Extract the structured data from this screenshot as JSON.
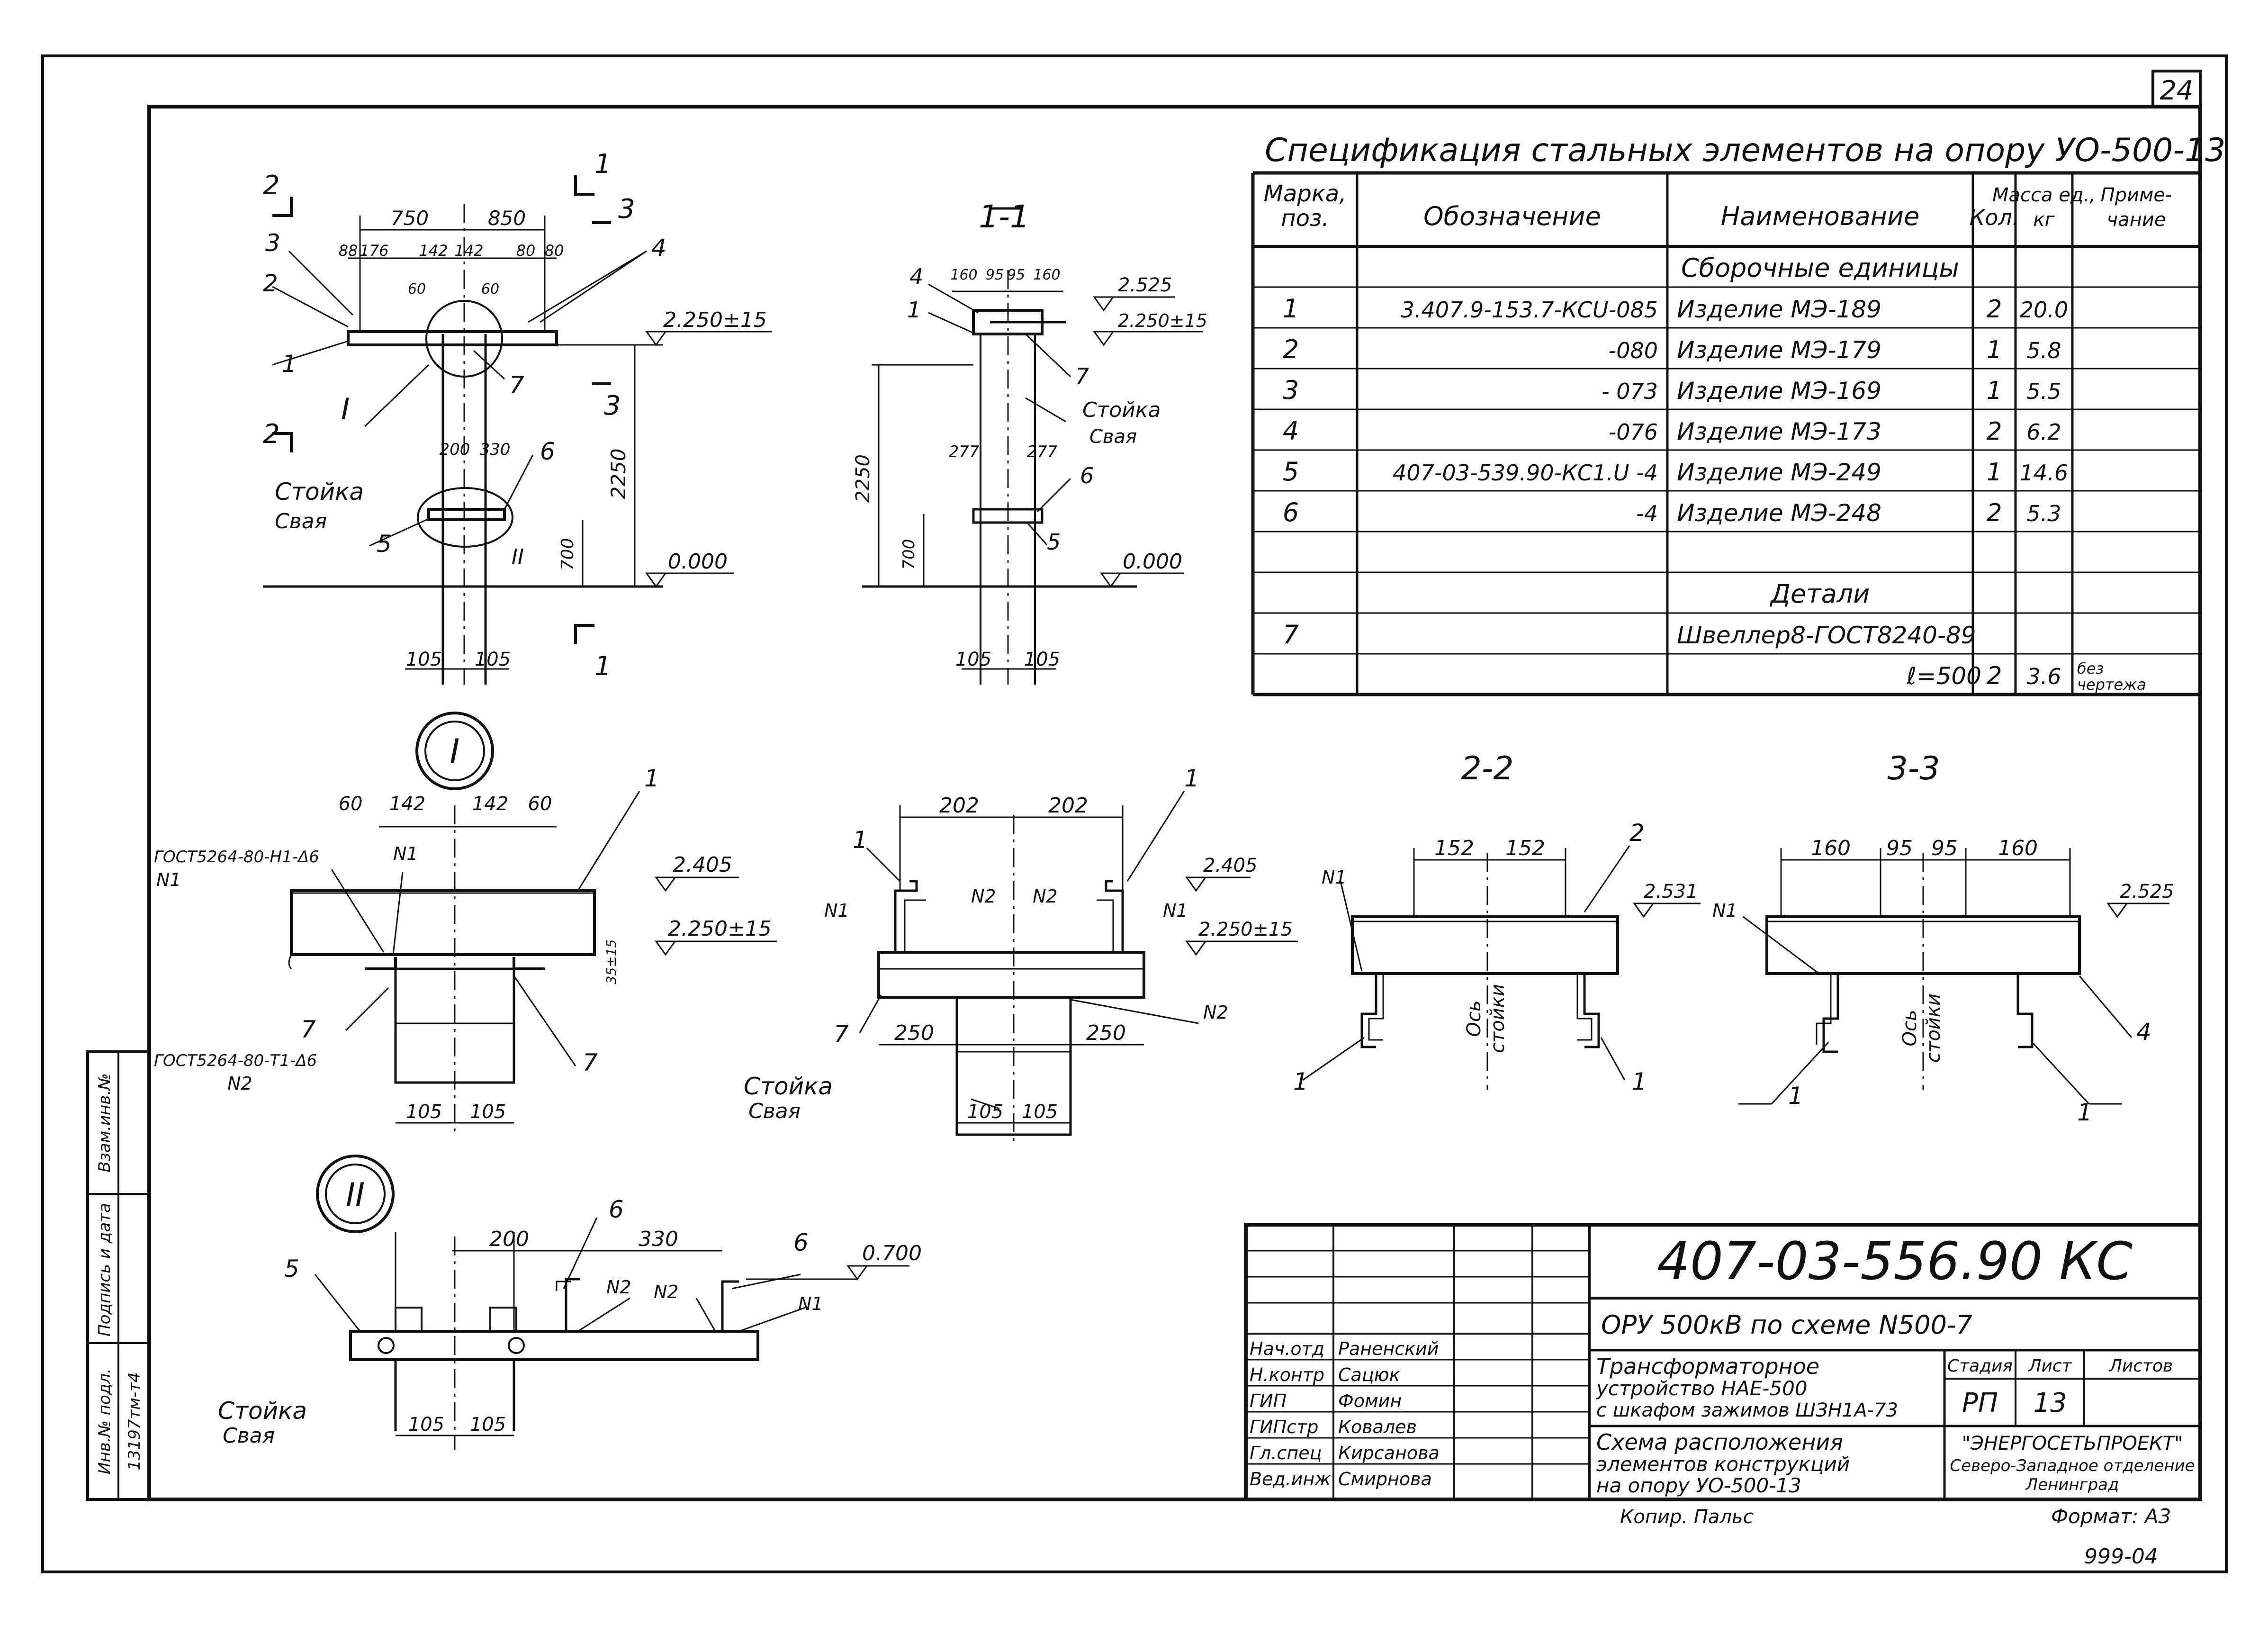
{
  "sheet_number": "24",
  "spec": {
    "title": "Спецификация стальных элементов на опору УО-500-13",
    "headers": [
      "Марка, поз.",
      "Обозначение",
      "Наименование",
      "Кол.",
      "Масса ед., кг",
      "Приме- чание"
    ],
    "rows": [
      {
        "mark": "",
        "designation": "",
        "name": "Сборочные единицы",
        "qty": "",
        "mass": "",
        "note": ""
      },
      {
        "mark": "1",
        "designation": "3.407.9-153.7-КСU-085",
        "name": "Изделие МЭ-189",
        "qty": "2",
        "mass": "20.0",
        "note": ""
      },
      {
        "mark": "2",
        "designation": "-080",
        "name": "Изделие МЭ-179",
        "qty": "1",
        "mass": "5.8",
        "note": ""
      },
      {
        "mark": "3",
        "designation": "- 073",
        "name": "Изделие МЭ-169",
        "qty": "1",
        "mass": "5.5",
        "note": ""
      },
      {
        "mark": "4",
        "designation": "-076",
        "name": "Изделие МЭ-173",
        "qty": "2",
        "mass": "6.2",
        "note": ""
      },
      {
        "mark": "5",
        "designation": "407-03-539.90-КС1.U -4",
        "name": "Изделие МЭ-249",
        "qty": "1",
        "mass": "14.6",
        "note": ""
      },
      {
        "mark": "6",
        "designation": "-4",
        "name": "Изделие МЭ-248",
        "qty": "2",
        "mass": "5.3",
        "note": ""
      },
      {
        "mark": "",
        "designation": "",
        "name": "",
        "qty": "",
        "mass": "",
        "note": ""
      },
      {
        "mark": "",
        "designation": "",
        "name": "Детали",
        "qty": "",
        "mass": "",
        "note": ""
      },
      {
        "mark": "7",
        "designation": "",
        "name": "Швеллер8-ГОСТ8240-89",
        "qty": "",
        "mass": "",
        "note": ""
      },
      {
        "mark": "",
        "designation": "",
        "name": "ℓ=500",
        "qty": "2",
        "mass": "3.6",
        "note": "без чертежа"
      }
    ]
  },
  "view_main": {
    "section_marks": [
      "1",
      "1",
      "2",
      "2",
      "3",
      "3"
    ],
    "dims": [
      "750",
      "850",
      "88",
      "176",
      "142",
      "142",
      "80",
      "80",
      "60",
      "60",
      "200",
      "330",
      "105",
      "105",
      "2250",
      "700"
    ],
    "levels": [
      "2.250±15",
      "0.000"
    ],
    "callouts": [
      "1",
      "2",
      "3",
      "4",
      "5",
      "6",
      "7"
    ],
    "nodes": [
      "I",
      "II"
    ],
    "post_label_1": "Стойка",
    "post_label_2": "Свая"
  },
  "view_1_1": {
    "title": "1-1",
    "dims": [
      "160",
      "95",
      "95",
      "160",
      "277",
      "277",
      "2250",
      "700",
      "105",
      "105"
    ],
    "levels": [
      "2.525",
      "2.250±15",
      "0.000"
    ],
    "callouts": [
      "4",
      "1",
      "7",
      "6",
      "5"
    ],
    "post_label_1": "Стойка",
    "post_label_2": "Свая"
  },
  "node_I": {
    "title": "I",
    "dims": [
      "60",
      "142",
      "142",
      "60",
      "35±15",
      "105",
      "105"
    ],
    "levels": [
      "2.405",
      "2.250±15"
    ],
    "gost_1": "ГОСТ5264-80-Н1-Δ6",
    "weld_1": "N1",
    "gost_2": "ГОСТ5264-80-Т1-Δ6",
    "weld_2": "N2",
    "callouts": [
      "1",
      "7",
      "7"
    ]
  },
  "node_I_side": {
    "dims": [
      "202",
      "202",
      "250",
      "250",
      "105",
      "105"
    ],
    "levels": [
      "2.405",
      "2.250±15"
    ],
    "welds": [
      "N1",
      "N2",
      "N2",
      "N1",
      "N2"
    ],
    "callouts": [
      "1",
      "1",
      "7"
    ],
    "post_label_1": "Стойка",
    "post_label_2": "Свая"
  },
  "section_2_2": {
    "title": "2-2",
    "dims": [
      "152",
      "152"
    ],
    "level": "2.531",
    "weld": "N1",
    "axis_label_1": "Ось",
    "axis_label_2": "стойки",
    "callouts": [
      "2",
      "1",
      "1"
    ]
  },
  "section_3_3": {
    "title": "3-3",
    "dims": [
      "160",
      "95",
      "95",
      "160"
    ],
    "level": "2.525",
    "weld": "N1",
    "axis_label_1": "Ось",
    "axis_label_2": "стойки",
    "callouts": [
      "4",
      "1",
      "1"
    ]
  },
  "node_II": {
    "title": "II",
    "dims": [
      "200",
      "330",
      "105",
      "105"
    ],
    "level": "0.700",
    "welds": [
      "N2",
      "N2",
      "N1"
    ],
    "callouts": [
      "5",
      "6",
      "6"
    ],
    "post_label_1": "Стойка",
    "post_label_2": "Свая"
  },
  "side_stamp": [
    "Инв.№ подл.",
    "Подпись и дата",
    "Взам.инв.№"
  ],
  "side_stamp_value": "13197тм-т4",
  "title_block": {
    "code": "407-03-556.90 КС",
    "project": "ОРУ 500кВ по схеме N500-7",
    "object": [
      "Трансформаторное",
      "устройство НАЕ-500",
      "с шкафом зажимов ШЗН1А-73"
    ],
    "drawing": [
      "Схема расположения",
      "элементов конструкций",
      "на опору УО-500-13"
    ],
    "stage_label": "Стадия",
    "sheet_label": "Лист",
    "sheets_label": "Листов",
    "stage": "РП",
    "sheet": "13",
    "org": [
      "\"ЭНЕРГОСЕТЬПРОЕКТ\"",
      "Северо-Западное отделение",
      "Ленинград"
    ],
    "staff": [
      {
        "role": "Нач.отд",
        "name": "Раненский"
      },
      {
        "role": "Н.контр",
        "name": "Сацюк"
      },
      {
        "role": "ГИП",
        "name": "Фомин"
      },
      {
        "role": "ГИПстр",
        "name": "Ковалев"
      },
      {
        "role": "Гл.спец",
        "name": "Кирсанова"
      },
      {
        "role": "Вед.инж",
        "name": "Смирнова"
      }
    ],
    "copied": "Копир. Пальс",
    "format": "Формат: А3",
    "bottom_code": "999-04"
  }
}
